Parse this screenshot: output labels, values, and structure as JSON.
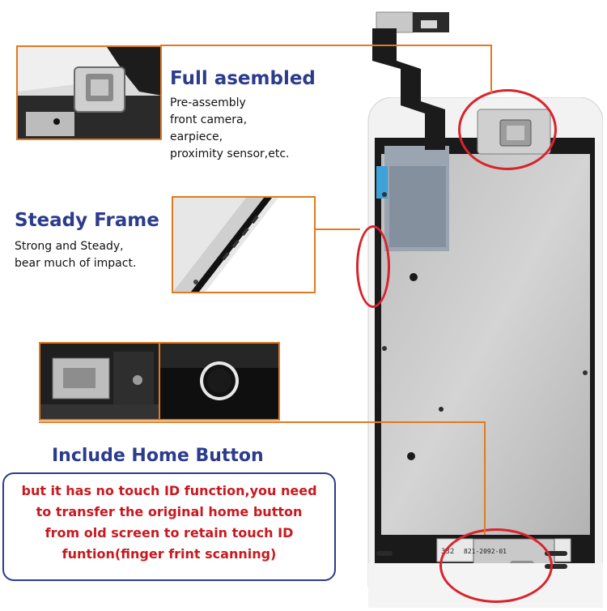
{
  "features": {
    "assembled": {
      "title": "Full asembled",
      "lines": [
        "Pre-assembly",
        "front camera,",
        "earpiece,",
        "proximity sensor,etc."
      ]
    },
    "frame": {
      "title": "Steady Frame",
      "lines": [
        "Strong and Steady,",
        "bear much of impact."
      ]
    },
    "home": {
      "title": "Include Home Button"
    }
  },
  "note": {
    "lines": [
      "but it has no touch ID function,you need",
      "to transfer the original home button",
      "from old screen to retain touch ID",
      "funtion(finger frint scanning)"
    ]
  },
  "pcb_label": "821-2092-01",
  "colors": {
    "accent_orange": "#e07a20",
    "title_blue": "#2b3c8c",
    "note_red": "#c8191f",
    "highlight_red": "#d8242c"
  }
}
